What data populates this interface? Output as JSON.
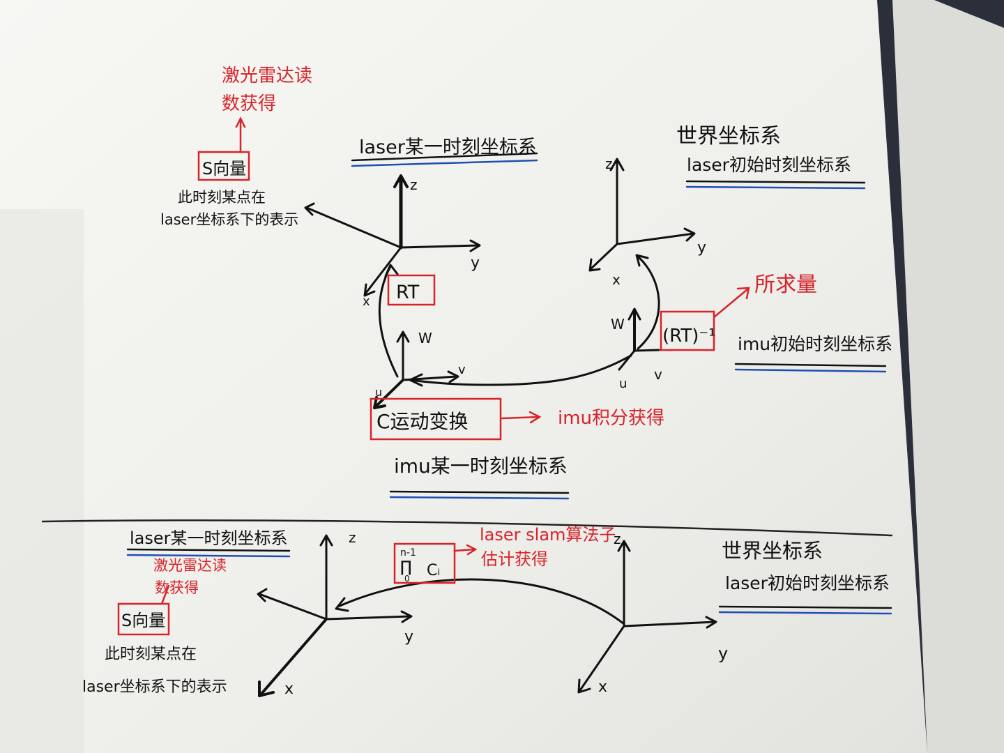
{
  "colors": {
    "ink": "#111111",
    "red": "#d8232a",
    "blue": "#1f4fb4",
    "paper": "#f4f4f1",
    "paper_shadow": "#c9c9c6",
    "background": "#2b2f3a"
  },
  "top": {
    "laser_moment_frame": {
      "title": "laser某一时刻坐标系",
      "axis_z": "z",
      "axis_y": "y",
      "axis_x": "x"
    },
    "s_vector": {
      "label": "S向量",
      "source_note": "激光雷达读\n数获得",
      "desc": "此时刻某点在\nlaser坐标系下的表示"
    },
    "rt_box": {
      "label": "RT"
    },
    "world_frame": {
      "title": "世界坐标系",
      "subtitle": "laser初始时刻坐标系",
      "axis_z": "z",
      "axis_y": "y",
      "axis_x": "x"
    },
    "rt_inverse": {
      "label": "(RT)⁻¹",
      "note": "所求量"
    },
    "imu_initial": {
      "title": "imu初始时刻坐标系",
      "axis_w": "W",
      "axis_u": "u",
      "axis_v": "v"
    },
    "imu_moment": {
      "title": "imu某一时刻坐标系",
      "axis_w": "W",
      "axis_u": "u",
      "axis_v": "v"
    },
    "c_box": {
      "label": "C运动变换",
      "note": "imu积分获得"
    }
  },
  "bottom": {
    "laser_moment_frame": {
      "title": "laser某一时刻坐标系",
      "axis_z": "z",
      "axis_y": "y",
      "axis_x": "x"
    },
    "s_vector": {
      "label": "S向量",
      "source_note": "激光雷达读\n数获得",
      "desc": "此时刻某点在\nlaser坐标系下的表示"
    },
    "product_box": {
      "label_sup": "n-1",
      "label_op": "∏",
      "label_sub": "0",
      "label_c": "Cᵢ",
      "note": "laser slam算法子\n估计获得"
    },
    "world_frame": {
      "title": "世界坐标系",
      "subtitle": "laser初始时刻坐标系",
      "axis_z": "z",
      "axis_y": "y",
      "axis_x": "x"
    }
  }
}
